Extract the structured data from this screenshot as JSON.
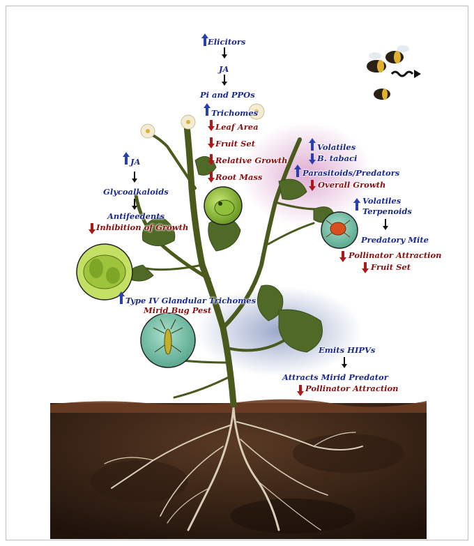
{
  "center_column": {
    "elicitors": "Elicitors",
    "ja": "JA",
    "pi_ppos": "Pi and PPOs",
    "trichomes": "Trichomes",
    "leaf_area": "Leaf Area",
    "fruit_set": "Fruit Set",
    "relative_growth": "Relative Growth",
    "root_mass": "Root Mass"
  },
  "left_column": {
    "ja": "JA",
    "glycoalkaloids": "Glycoalkaloids",
    "antifeedents": "Antifeedents",
    "inhibition": "Inhibition of Growth",
    "type_iv": "Type IV Glandular Trichomes",
    "mirid_pest": "Mirid Bug Pest"
  },
  "right_column": {
    "volatiles": "Volatiles",
    "b_tabaci": "B. tabaci",
    "parasitoids": "Parasitoids/Predators",
    "overall_growth": "Overall Growth",
    "volatiles2": "Volatiles",
    "terpenoids": "Terpenoids",
    "predatory_mite": "Predatory Mite",
    "pollinator_attraction": "Pollinator Attraction",
    "fruit_set": "Fruit Set"
  },
  "bottom_right": {
    "emits_hipvs": "Emits HIPVs",
    "attracts_mirid": "Attracts Mirid Predator",
    "pollinator_attraction": "Pollinator Attraction"
  },
  "colors": {
    "up_arrow": "#2a3fb0",
    "down_arrow": "#b01818",
    "neutral_arrow": "#111111",
    "soil": "#3a2417",
    "stem": "#4a5a1c"
  }
}
